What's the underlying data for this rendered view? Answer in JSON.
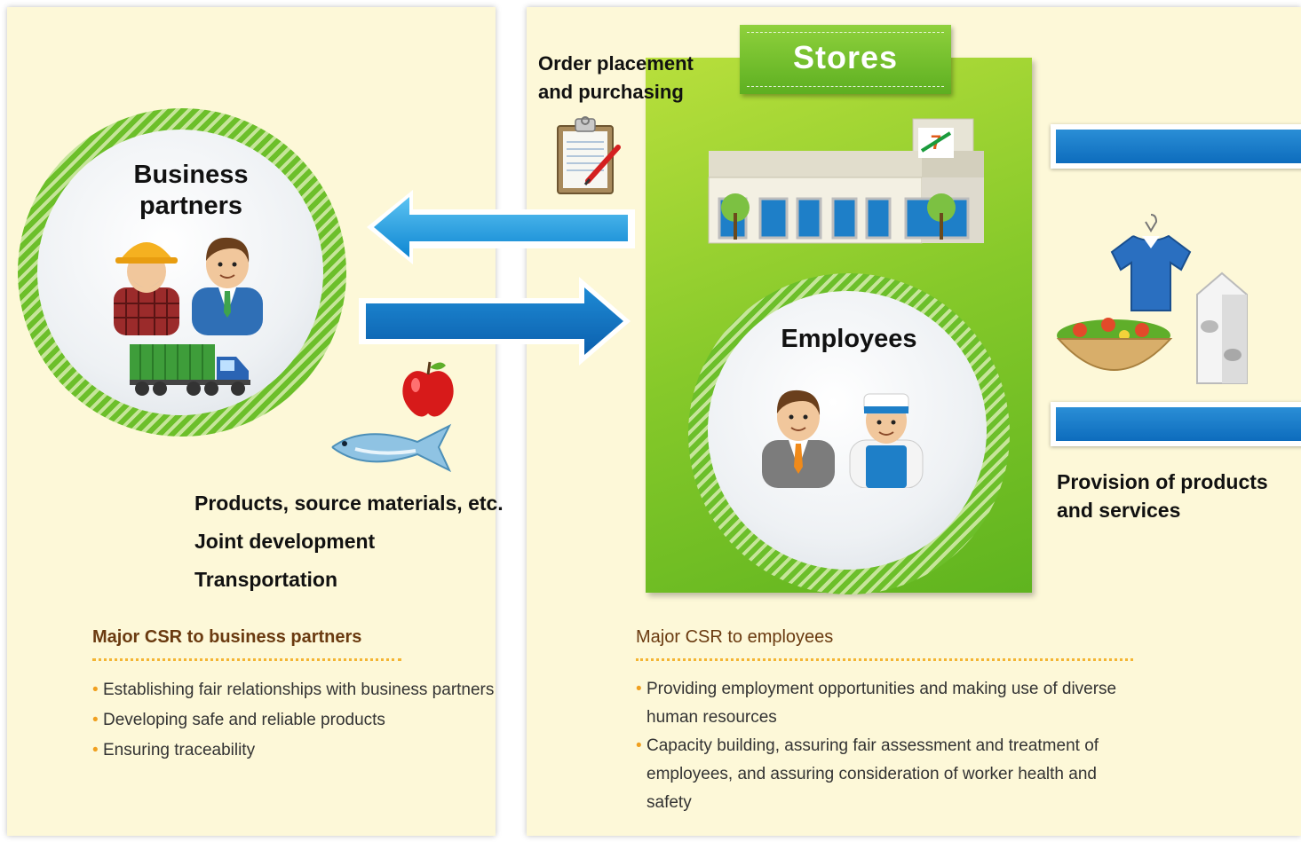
{
  "business_partners": {
    "title": "Business\npartners",
    "items": [
      "Products, source materials, etc.",
      "Joint development",
      "Transportation"
    ],
    "csr_heading": "Major CSR to business partners",
    "csr_items": [
      "Establishing fair relationships with business partners",
      "Developing safe and reliable products",
      "Ensuring traceability"
    ]
  },
  "stores": {
    "title": "Stores",
    "order_label": "Order placement\nand purchasing"
  },
  "employees": {
    "title": "Employees",
    "csr_heading": "Major CSR to employees",
    "csr_items": [
      "Providing employment opportunities and making use of diverse human resources",
      "Capacity building, assuring fair assessment and treatment of employees, and assuring consideration of worker health and safety"
    ]
  },
  "provision": {
    "label": "Provision of products\nand services"
  },
  "colors": {
    "panel_bg": "#fdf8d8",
    "green": "#86c92a",
    "arrow_blue": "#1a8ad6",
    "bullet_orange": "#f0a020",
    "heading_brown": "#6a3a10"
  },
  "icons": [
    "clipboard-icon",
    "store-building-icon",
    "construction-worker-icon",
    "businessman-icon",
    "truck-icon",
    "apple-icon",
    "fish-icon",
    "shirt-icon",
    "milk-carton-icon",
    "salad-bowl-icon",
    "chef-employee-icon"
  ]
}
